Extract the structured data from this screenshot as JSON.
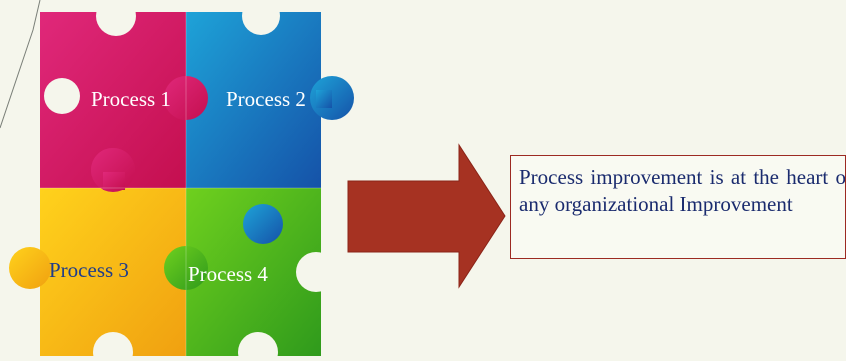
{
  "puzzle": {
    "pieces": [
      {
        "label": "Process 1",
        "color": "#d6165f"
      },
      {
        "label": "Process 2",
        "color": "#1a6fc4"
      },
      {
        "label": "Process 3",
        "color": "#f2bb16"
      },
      {
        "label": "Process 4",
        "color": "#4cb51f"
      }
    ]
  },
  "arrow": {
    "color": "#a63222"
  },
  "callout": {
    "text": "Process improvement is at the heart of any organizational Improvement",
    "border_color": "#9c2a22",
    "text_color": "#1a2b6e"
  }
}
